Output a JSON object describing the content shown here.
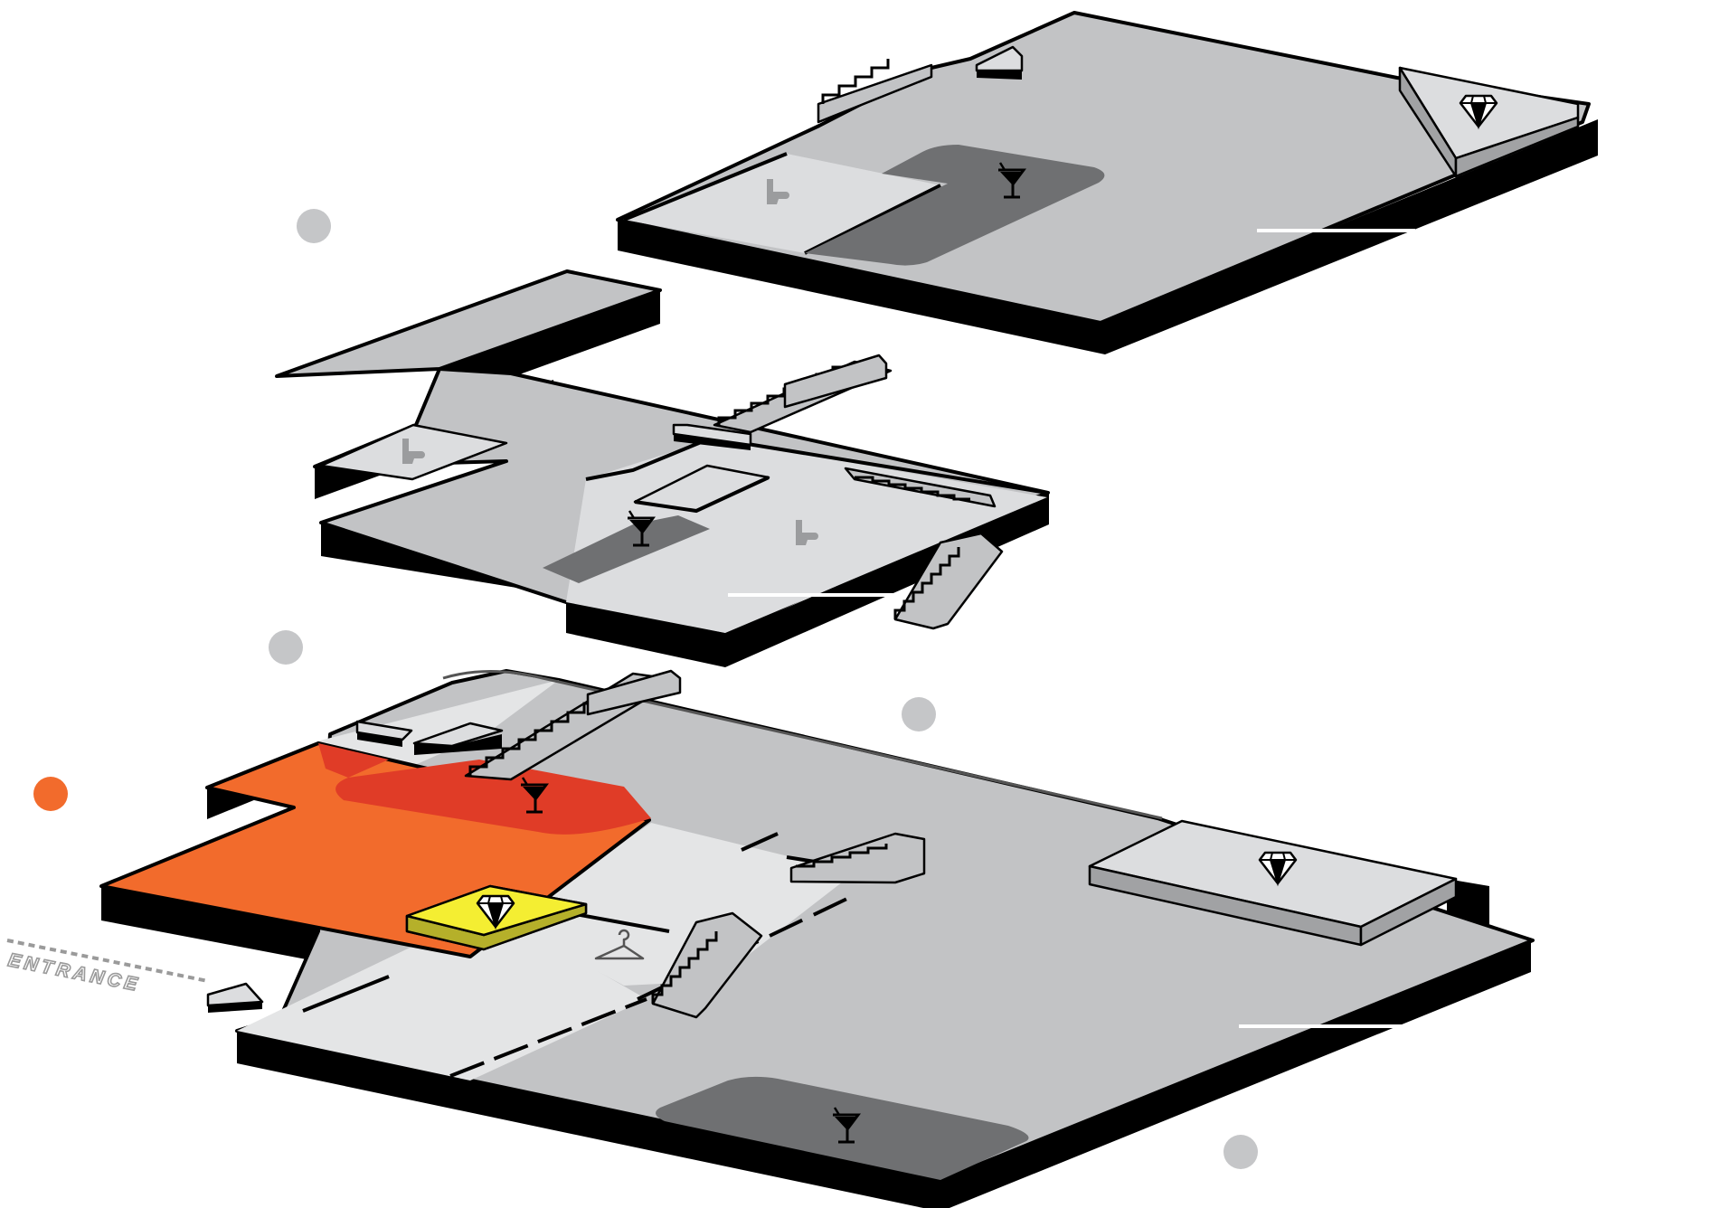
{
  "diagram": {
    "entrance_label": "ENTRANCE",
    "levels": [
      {
        "id": "top-floor",
        "icons": [
          "bar-icon",
          "toilet-icon",
          "stage-icon"
        ]
      },
      {
        "id": "middle-floor",
        "icons": [
          "bar-icon",
          "toilet-icon",
          "toilet-icon"
        ]
      },
      {
        "id": "ground-floor",
        "icons": [
          "bar-icon",
          "bar-icon",
          "bar-icon",
          "stage-icon",
          "stage-icon",
          "cloakroom-icon"
        ]
      }
    ],
    "level_markers": [
      {
        "id": "top",
        "active": false
      },
      {
        "id": "middle",
        "active": false
      },
      {
        "id": "ground",
        "active": true
      }
    ],
    "colors": {
      "floor_gray": "#c2c3c5",
      "floor_light": "#dcdddf",
      "bar_dark": "#6f7072",
      "highlight_orange": "#f26b2c",
      "highlight_red": "#e03c27",
      "stage_yellow": "#f4ee32",
      "marker_gray": "#c5c6c8",
      "marker_orange": "#f26b2c"
    }
  }
}
